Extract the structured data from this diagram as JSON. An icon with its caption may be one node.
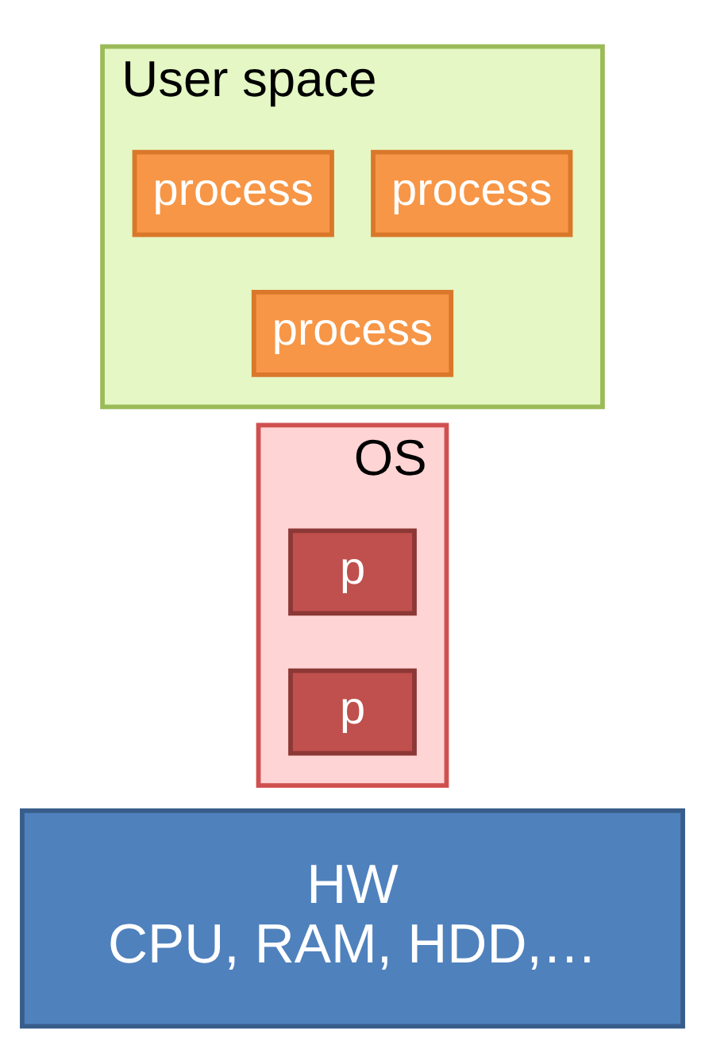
{
  "diagram": {
    "nodes": [
      {
        "text": [
          "User space"
        ]
      },
      {
        "text": [
          "process"
        ],
        "in": 0
      },
      {
        "text": [
          "process"
        ],
        "in": 0
      },
      {
        "text": [
          "process"
        ],
        "in": 0
      },
      {
        "text": [
          "OS"
        ]
      },
      {
        "text": [
          "p"
        ],
        "in": 4
      },
      {
        "text": [
          "p"
        ],
        "in": 4
      },
      {
        "text": [
          "HW",
          "CPU, RAM, HDD,…"
        ]
      }
    ],
    "edges": []
  }
}
